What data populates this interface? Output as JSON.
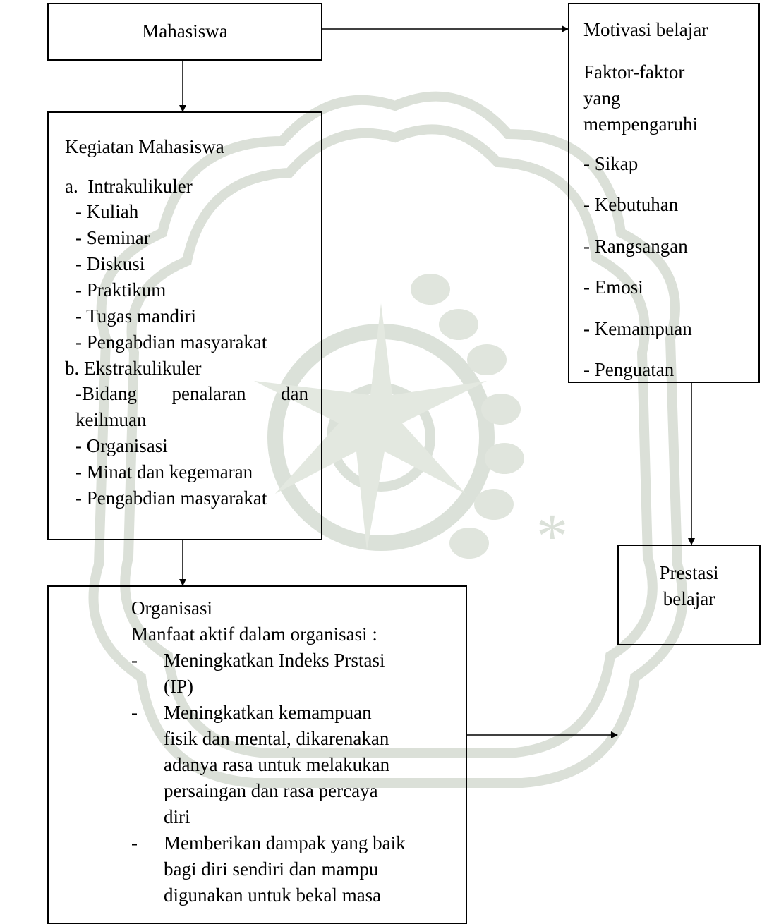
{
  "box_mahasiswa": {
    "title": "Mahasiswa"
  },
  "box_motivasi": {
    "title": "Motivasi belajar",
    "subtitle_lines": [
      "Faktor-faktor",
      "yang",
      "mempengaruhi"
    ],
    "factors": [
      "- Sikap",
      "- Kebutuhan",
      "- Rangsangan",
      "- Emosi",
      "- Kemampuan",
      "- Penguatan"
    ]
  },
  "box_kegiatan": {
    "title": "Kegiatan Mahasiswa",
    "intra_label": "a.  Intrakulikuler",
    "intra_items": [
      "- Kuliah",
      "- Seminar",
      "- Diskusi",
      "- Praktikum",
      "- Tugas mandiri",
      "- Pengabdian masyarakat"
    ],
    "ekstra_label": "b. Ekstrakulikuler",
    "ekstra_first_words": [
      "-Bidang",
      "penalaran",
      "dan"
    ],
    "ekstra_first_line2": "keilmuan",
    "ekstra_items": [
      "- Organisasi",
      "- Minat dan kegemaran",
      "- Pengabdian masyarakat"
    ]
  },
  "box_organisasi": {
    "title": "Organisasi",
    "subtitle": "Manfaat aktif dalam organisasi :",
    "bullet_marker": "-",
    "benefits": [
      {
        "lines": [
          "Meningkatkan Indeks Prstasi",
          "(IP)"
        ]
      },
      {
        "lines": [
          "Meningkatkan kemampuan",
          "fisik dan mental, dikarenakan",
          "adanya rasa untuk melakukan",
          "persaingan dan rasa percaya",
          "diri"
        ]
      },
      {
        "lines": [
          "Memberikan dampak yang baik",
          "bagi diri sendiri dan mampu",
          "digunakan untuk bekal masa"
        ]
      }
    ]
  },
  "box_prestasi": {
    "lines": [
      "Prestasi",
      "belajar"
    ]
  },
  "colors": {
    "line": "#000000",
    "watermark": "#cfd6cb"
  }
}
